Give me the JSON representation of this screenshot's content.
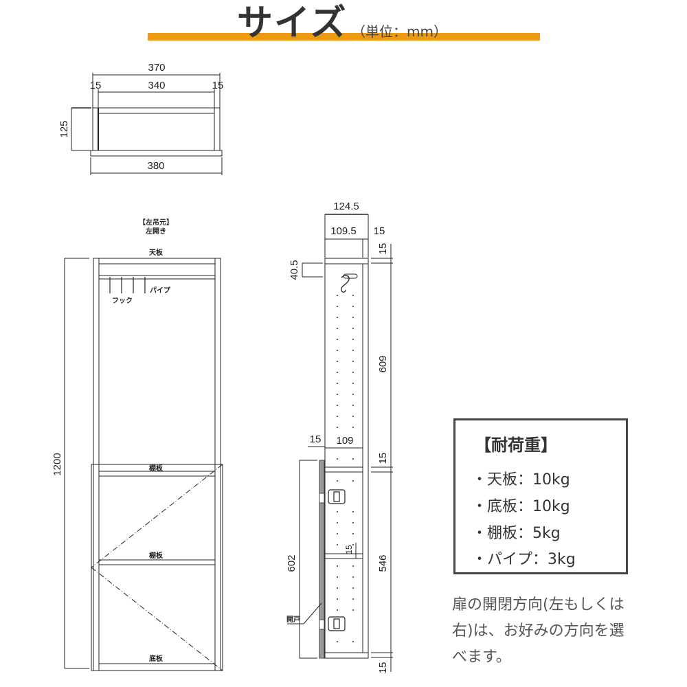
{
  "header": {
    "title": "サイズ",
    "unit": "（単位：mm）",
    "accent_color": "#EE9A0E"
  },
  "top_view": {
    "overall_width": "370",
    "side_left": "15",
    "inner_width": "340",
    "side_right": "15",
    "depth": "125",
    "base_width": "380"
  },
  "front_view": {
    "caption_line1": "【左吊元】",
    "caption_line2": "左開き",
    "top_board": "天板",
    "pipe": "パイプ",
    "hook": "フック",
    "shelf1": "棚板",
    "shelf2": "棚板",
    "bottom_board": "底板",
    "height": "1200"
  },
  "side_view": {
    "total_depth": "124.5",
    "inner_depth": "109.5",
    "door_thickness_top": "15",
    "top_board_thickness": "15",
    "hook_offset": "40.5",
    "upper_height": "609",
    "door_gap": "15",
    "shelf_depth": "109",
    "shelf_thickness": "15",
    "door_height": "602",
    "shelf_thickness_inner": "15",
    "lower_height": "546",
    "bottom_thickness": "15",
    "door_label": "開戸"
  },
  "load_capacity": {
    "title": "【耐荷重】",
    "items": [
      "・天板：10kg",
      "・底板：10kg",
      "・棚板：5kg",
      "・パイプ：3kg"
    ]
  },
  "note": "扉の開閉方向(左もしくは右)は、お好みの方向を選べます。"
}
